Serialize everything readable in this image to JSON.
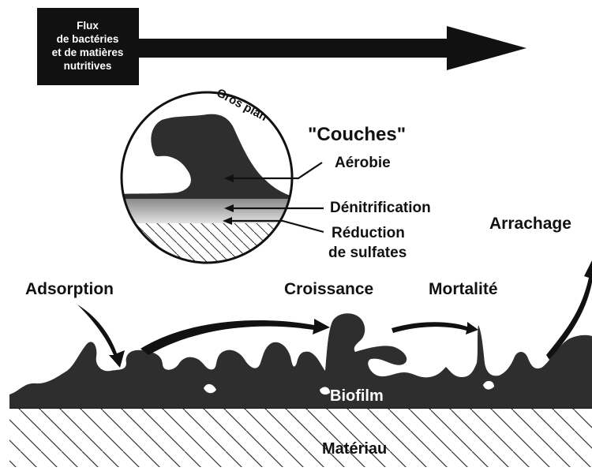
{
  "flux_box": {
    "lines": [
      "Flux",
      "de bactéries",
      "et de matières",
      "nutritives"
    ]
  },
  "closeup": {
    "title": "Gros plan"
  },
  "layers": {
    "title": "\"Couches\"",
    "aerobic": "Aérobie",
    "denitrification": "Dénitrification",
    "sulfate_line1": "Réduction",
    "sulfate_line2": "de sulfates"
  },
  "processes": {
    "adsorption": "Adsorption",
    "growth": "Croissance",
    "mortality": "Mortalité",
    "detachment": "Arrachage"
  },
  "substrate": {
    "biofilm": "Biofilm",
    "material": "Matériau"
  },
  "colors": {
    "ink": "#1a1a1a",
    "biofilm": "#2e2e2e",
    "paper": "#ffffff"
  }
}
